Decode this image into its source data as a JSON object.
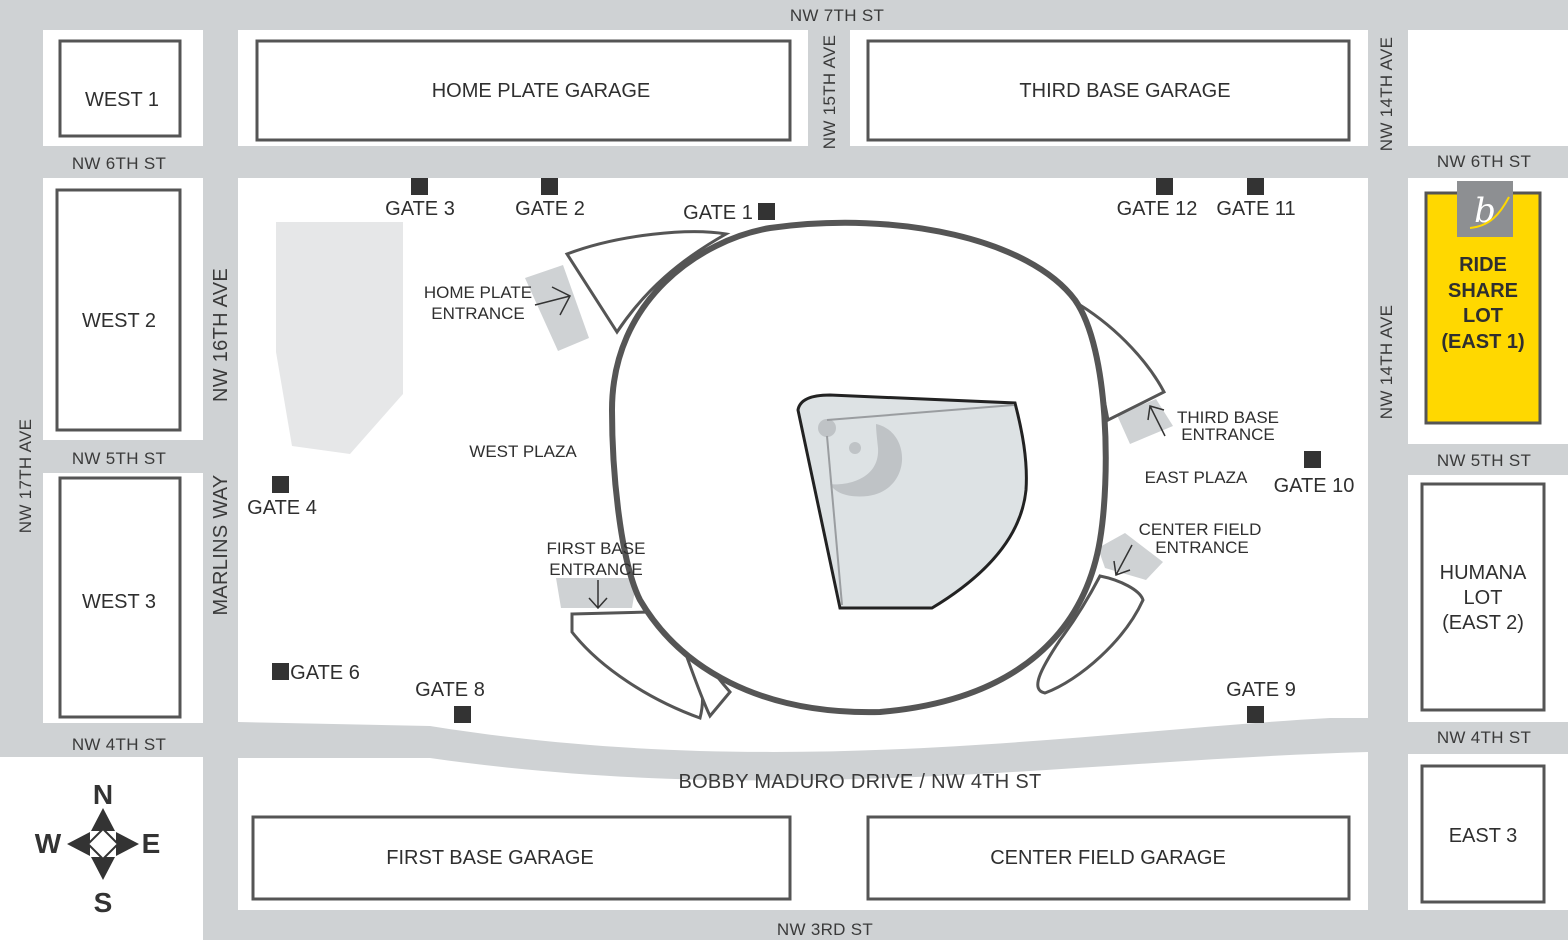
{
  "colors": {
    "road": "#cfd2d4",
    "block": "#ffffff",
    "outline": "#555555",
    "plaza": "#e6e7e8",
    "field": "#dde2e4",
    "rideshare": "#ffd800",
    "text": "#333333"
  },
  "streets": {
    "nw7th": "NW 7TH ST",
    "nw6th_west": "NW 6TH ST",
    "nw6th_east": "NW 6TH ST",
    "nw5th_west": "NW 5TH ST",
    "nw5th_east": "NW 5TH ST",
    "nw4th_west": "NW 4TH ST",
    "nw4th_east": "NW 4TH ST",
    "nw3rd": "NW 3RD ST",
    "nw15th": "NW 15TH AVE",
    "nw14th_north": "NW 14TH AVE",
    "nw14th_mid": "NW 14TH AVE",
    "nw16th": "NW 16TH AVE",
    "marlins_way": "MARLINS WAY",
    "nw17th": "NW 17TH AVE",
    "bobby_maduro": "BOBBY MADURO DRIVE / NW 4TH ST"
  },
  "lots": {
    "west1": "WEST 1",
    "west2": "WEST 2",
    "west3": "WEST 3",
    "home_plate_garage": "HOME PLATE GARAGE",
    "third_base_garage": "THIRD BASE GARAGE",
    "first_base_garage": "FIRST BASE GARAGE",
    "center_field_garage": "CENTER FIELD GARAGE",
    "east3": "EAST 3",
    "humana": [
      "HUMANA",
      "LOT",
      "(EAST 2)"
    ],
    "rideshare": [
      "RIDE",
      "SHARE",
      "LOT",
      "(EAST 1)"
    ],
    "rideshare_logo": "b"
  },
  "gates": {
    "g1": "GATE 1",
    "g2": "GATE 2",
    "g3": "GATE 3",
    "g4": "GATE 4",
    "g6": "GATE 6",
    "g8": "GATE 8",
    "g9": "GATE 9",
    "g10": "GATE 10",
    "g11": "GATE 11",
    "g12": "GATE 12"
  },
  "areas": {
    "west_plaza": "WEST PLAZA",
    "east_plaza": "EAST PLAZA",
    "home_plate_entrance": [
      "HOME PLATE",
      "ENTRANCE"
    ],
    "first_base_entrance": [
      "FIRST BASE",
      "ENTRANCE"
    ],
    "third_base_entrance": [
      "THIRD BASE",
      "ENTRANCE"
    ],
    "center_field_entrance": [
      "CENTER FIELD",
      "ENTRANCE"
    ]
  },
  "compass": {
    "n": "N",
    "s": "S",
    "e": "E",
    "w": "W"
  }
}
